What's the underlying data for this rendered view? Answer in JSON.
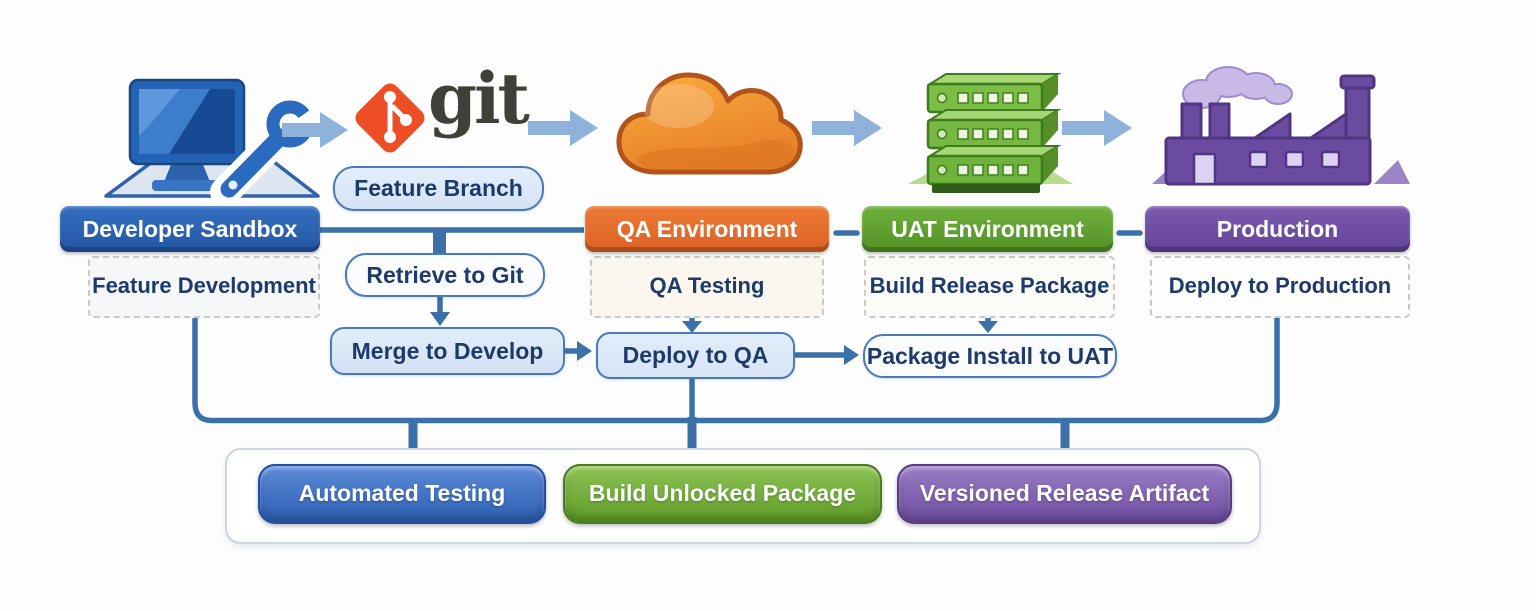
{
  "environments": [
    {
      "label": "Developer Sandbox",
      "activity": "Feature Development",
      "color": "#2a5fae"
    },
    {
      "label": "QA Environment",
      "activity": "QA Testing",
      "color": "#e0662a"
    },
    {
      "label": "UAT Environment",
      "activity": "Build Release Package",
      "color": "#599a2b"
    },
    {
      "label": "Production",
      "activity": "Deploy to Production",
      "color": "#6c4a9e"
    }
  ],
  "git_logo": {
    "text": "git",
    "diamond_color": "#ee4e26",
    "text_color": "#3d4138"
  },
  "flow_steps": [
    {
      "label": "Feature Branch"
    },
    {
      "label": "Retrieve to Git"
    },
    {
      "label": "Merge to Develop"
    },
    {
      "label": "Deploy to QA"
    },
    {
      "label": "Package Install to UAT"
    }
  ],
  "outputs": [
    {
      "label": "Automated Testing",
      "color": "#2f62b5"
    },
    {
      "label": "Build Unlocked Package",
      "color": "#63a02f"
    },
    {
      "label": "Versioned Release Artifact",
      "color": "#7352a6"
    }
  ],
  "connector_color": "#3b70a9",
  "icons": {
    "developer": "computer-with-wrench",
    "git": "git-diamond",
    "qa": "orange-cloud",
    "uat": "green-server-stack",
    "production": "purple-factory"
  }
}
